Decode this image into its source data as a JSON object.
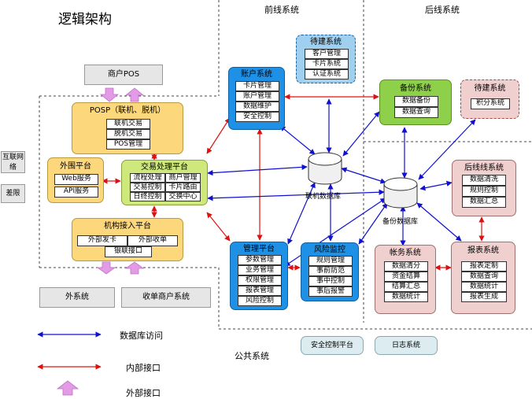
{
  "labels": {
    "logic_arch": "逻辑架构",
    "front": "前线系统",
    "back": "后线系统",
    "public": "公共系统",
    "front_db": "联机数据库",
    "back_db": "备份数据库"
  },
  "legend": {
    "db_access": "数据库访问",
    "internal": "内部接口",
    "external": "外部接口"
  },
  "boxes": {
    "merchant_pos": "商户POS",
    "posp": {
      "title": "POSP（联机、脱机）",
      "rows": [
        "联机交易",
        "脱机交易",
        "POS管理"
      ]
    },
    "internet": "互联网络",
    "other": "差限",
    "periph": {
      "title": "外围平台",
      "rows": [
        "Web服务",
        "API服务"
      ]
    },
    "txn": {
      "title": "交易处理平台",
      "rows": [
        "流程处理",
        "商户管理",
        "交易控制",
        "卡片路由",
        "日终控制",
        "交换中心"
      ]
    },
    "inst": {
      "title": "机构接入平台",
      "rows": [
        "外部发卡",
        "外部收单",
        "银联接口"
      ]
    },
    "ext_sys": "外系统",
    "acq_merchant": "收单商户系统",
    "account": {
      "title": "账户系统",
      "rows": [
        "卡片管理",
        "账户管理",
        "数据维护",
        "安全控制"
      ]
    },
    "pending1": {
      "title": "待建系统",
      "rows": [
        "客户管理",
        "卡片系统",
        "认证系统"
      ]
    },
    "backup": {
      "title": "备份系统",
      "rows": [
        "数据备份",
        "数据查询"
      ]
    },
    "pending2": {
      "title": "待建系统",
      "rows": [
        "积分系统"
      ]
    },
    "clear": {
      "title": "后线线系统",
      "rows": [
        "数据清洗",
        "规则控制",
        "数据汇总"
      ]
    },
    "mgmt": {
      "title": "管理平台",
      "rows": [
        "参数管理",
        "业务管理",
        "权限管理",
        "报表管理",
        "风险控制"
      ]
    },
    "risk": {
      "title": "风险监控",
      "rows": [
        "规则管理",
        "事前防范",
        "事中控制",
        "事后报警"
      ]
    },
    "finance": {
      "title": "帐务系统",
      "rows": [
        "数据清分",
        "资金结算",
        "结算汇总",
        "数据统计"
      ]
    },
    "report": {
      "title": "报表系统",
      "rows": [
        "报表定制",
        "数据查询",
        "数据统计",
        "报表生成"
      ]
    },
    "security": "安全控制平台",
    "log": "日志系统"
  },
  "colors": {
    "blue_box": "#1e90e6",
    "light_blue_box": "#9fd0f0",
    "yellow_box": "#fcd77c",
    "green_box": "#8fd04a",
    "pink_box": "#f0cfcf",
    "db_arrow": "#1010d0",
    "int_arrow": "#e01010",
    "ext_arrow": "#e39be6"
  }
}
